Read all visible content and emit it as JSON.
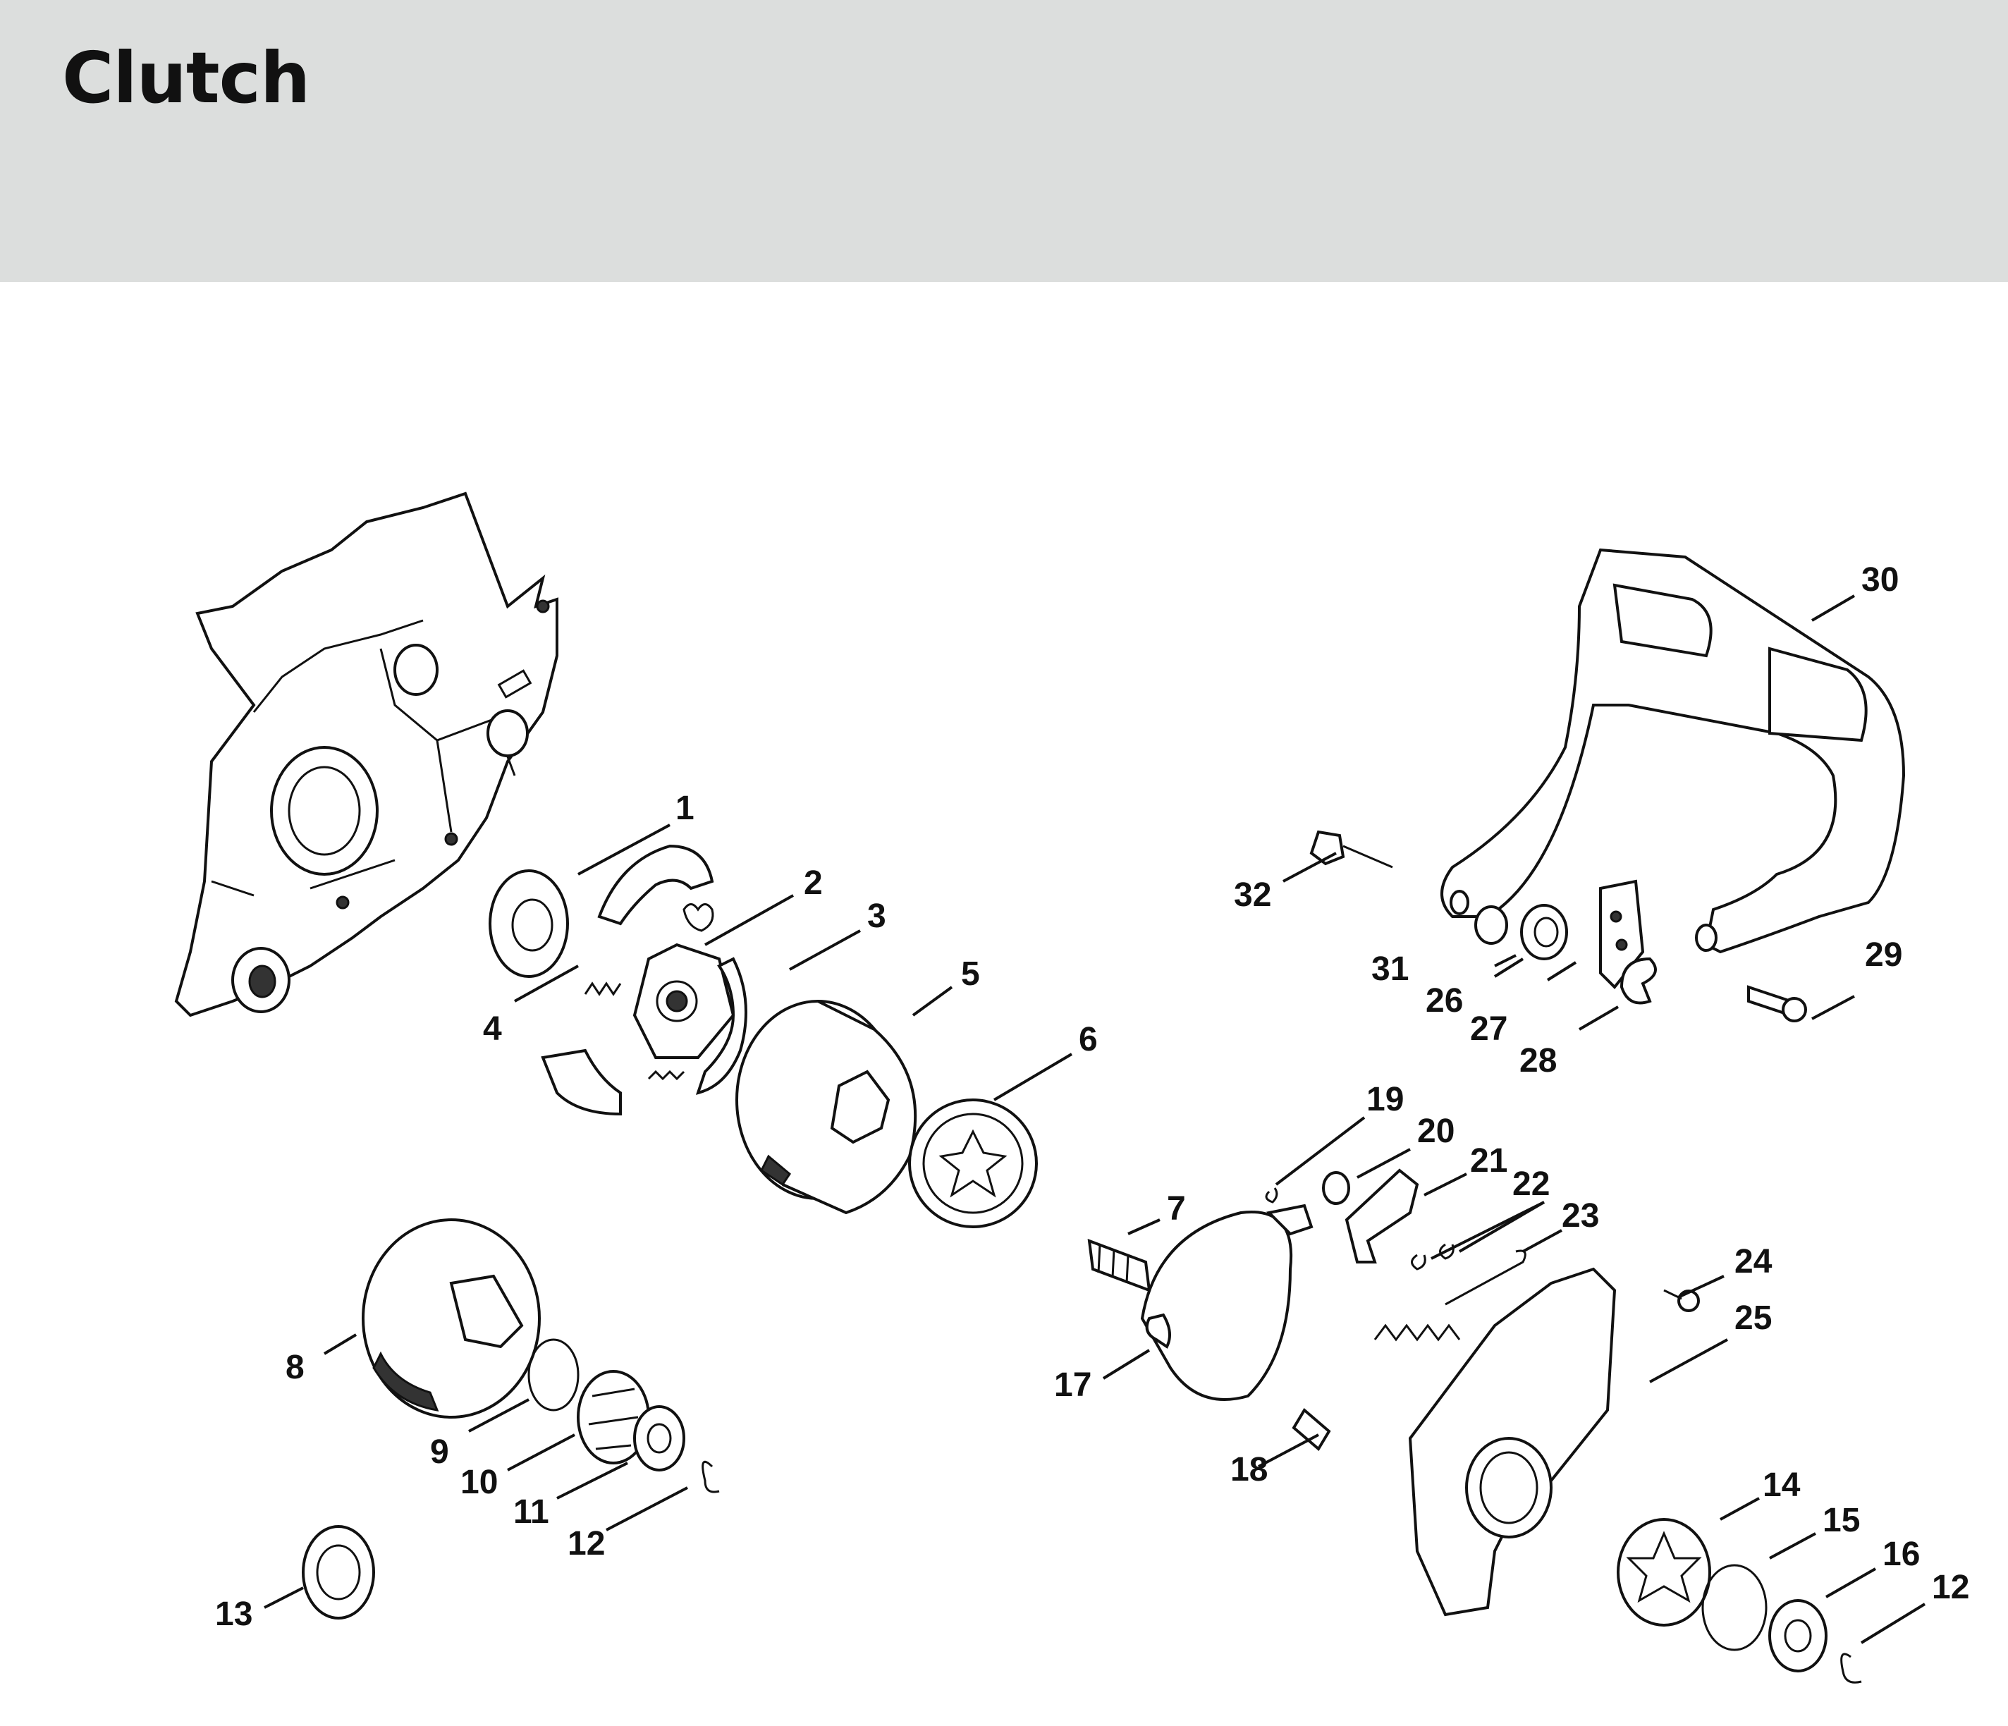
{
  "header": {
    "title": "Clutch"
  },
  "labels": [
    "1",
    "2",
    "3",
    "4",
    "5",
    "6",
    "7",
    "8",
    "9",
    "10",
    "11",
    "12",
    "13",
    "14",
    "15",
    "16",
    "17",
    "18",
    "19",
    "20",
    "21",
    "22",
    "23",
    "24",
    "25",
    "26",
    "27",
    "28",
    "29",
    "30",
    "31",
    "32"
  ],
  "label_12_second": "12"
}
